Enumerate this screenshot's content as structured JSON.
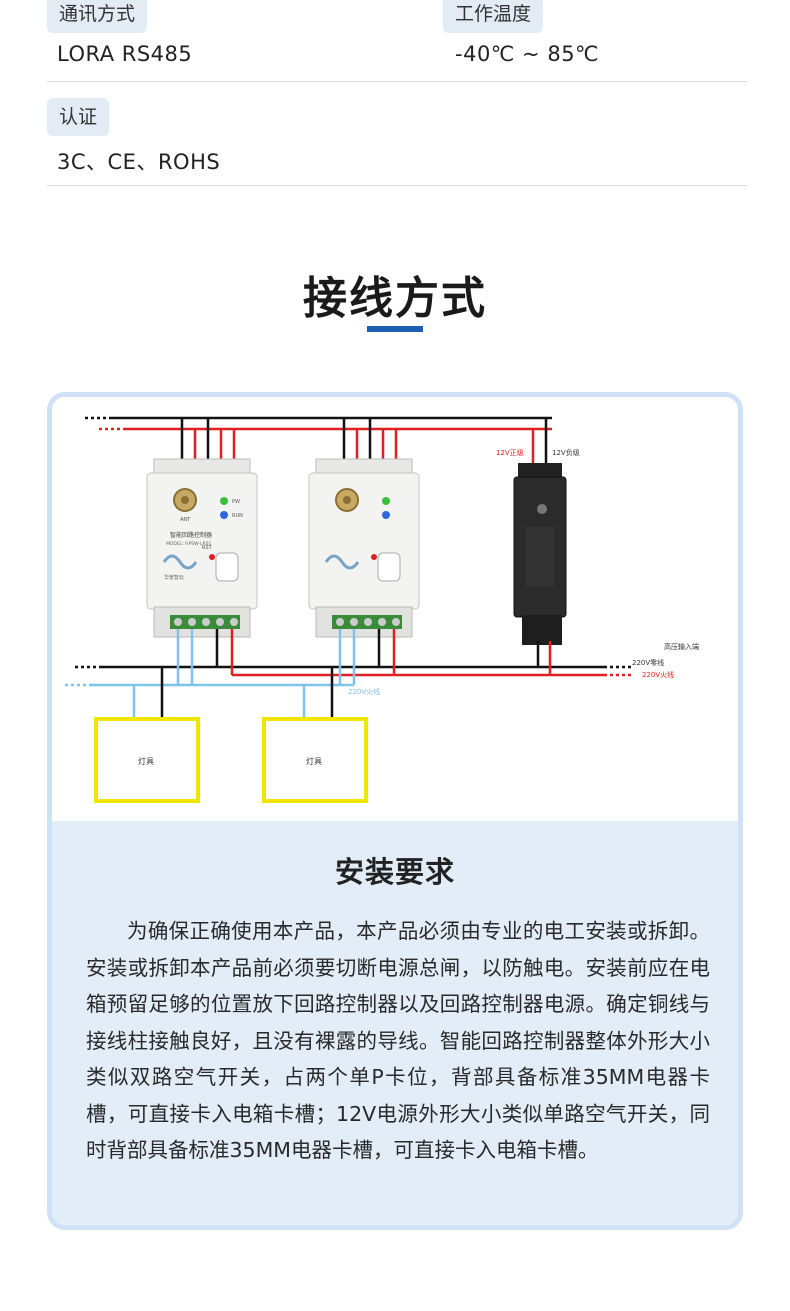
{
  "specs": {
    "row1": {
      "left": {
        "label": "通讯方式",
        "value": "LORA RS485"
      },
      "right": {
        "label": "工作温度",
        "value": "-40℃ ~ 85℃"
      }
    },
    "row2": {
      "left": {
        "label": "认证",
        "value": "3C、CE、ROHS"
      }
    }
  },
  "section": {
    "title": "接线方式"
  },
  "diagram": {
    "label_12v_pos": "12V正级",
    "label_12v_neg": "12V负级",
    "label_hv_input": "高压输入端",
    "label_220_zero": "220V零线",
    "label_220_live": "220V火线",
    "label_220_live_blue": "220V火线",
    "lamp1": "灯具",
    "lamp2": "灯具",
    "device_name": "智能回路控制器",
    "device_model": "MODEL: HPSW-LR01",
    "ant": "ANT",
    "pw": "PW",
    "run": "RUN",
    "rst": "RST",
    "brand": "华普智云"
  },
  "requirements": {
    "title": "安装要求",
    "body": "为确保正确使用本产品，本产品必须由专业的电工安装或拆卸。安装或拆卸本产品前必须要切断电源总闸，以防触电。安装前应在电箱预留足够的位置放下回路控制器以及回路控制器电源。确定铜线与接线柱接触良好，且没有裸露的导线。智能回路控制器整体外形大小类似双路空气开关，占两个单P卡位，背部具备标准35MM电器卡槽，可直接卡入电箱卡槽；12V电源外形大小类似单路空气开关，同时背部具备标准35MM电器卡槽，可直接卡入电箱卡槽。"
  },
  "colors": {
    "accent": "#1c5fb3",
    "tag_bg": "#e3ebf5",
    "card_border": "#cfe1f5",
    "req_bg": "#e3edf8",
    "wire_red": "#e02020",
    "wire_black": "#111111",
    "wire_blue": "#7ec3ea",
    "lamp_yellow": "#f2e600"
  }
}
